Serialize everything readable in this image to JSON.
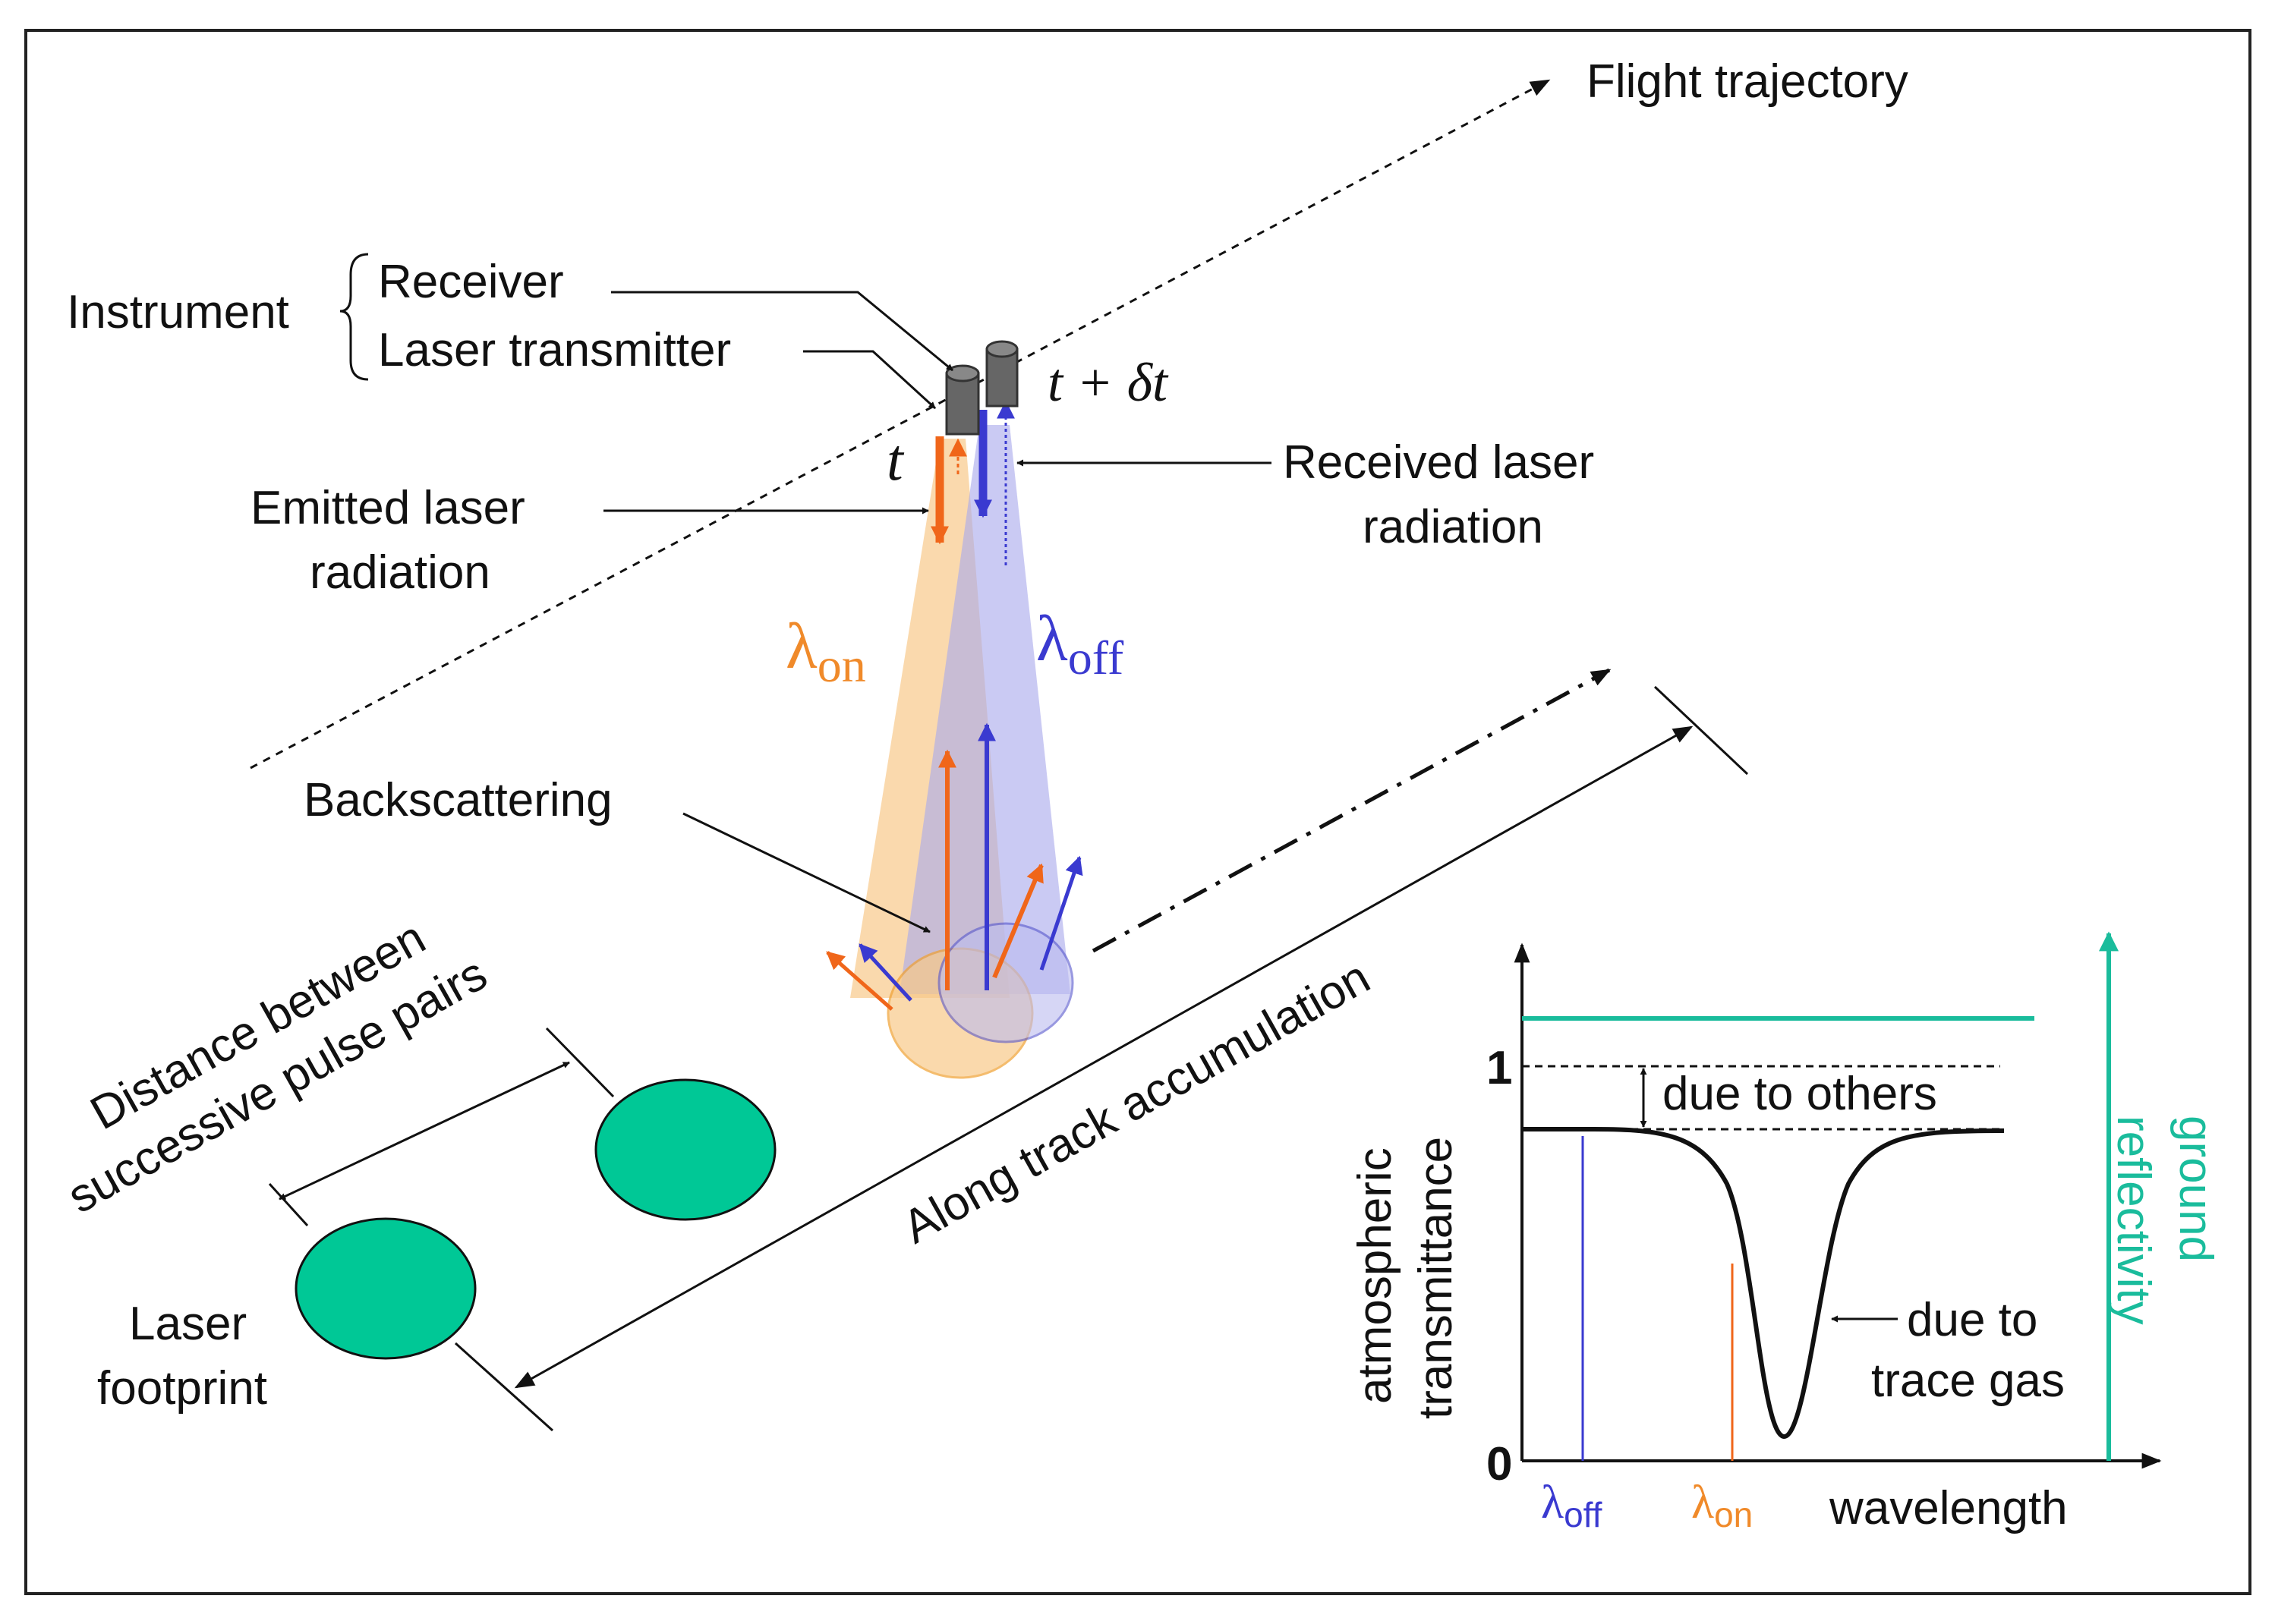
{
  "labels": {
    "flight_trajectory": "Flight trajectory",
    "instrument": "Instrument",
    "receiver": "Receiver",
    "laser_transmitter": "Laser transmitter",
    "t_delta_t": "t + δt",
    "t": "t",
    "emitted_1": "Emitted laser",
    "emitted_2": "radiation",
    "received_1": "Received laser",
    "received_2": "radiation",
    "lambda": "λ",
    "on": "on",
    "off": "off",
    "backscattering": "Backscattering",
    "distance_1": "Distance between",
    "distance_2": "successive pulse pairs",
    "along_track": "Along track accumulation",
    "footprint_1": "Laser",
    "footprint_2": "footprint"
  },
  "inset": {
    "y_label_1": "atmospheric",
    "y_label_2": "transmittance",
    "tick_1": "1",
    "tick_0": "0",
    "due_to_others": "due to others",
    "due_to_1": "due to",
    "due_to_2": "trace gas",
    "ground_1": "ground",
    "ground_2": "reflectivity",
    "x_label": "wavelength",
    "lambda": "λ",
    "off": "off",
    "on": "on"
  },
  "colors": {
    "on": "#f0661a",
    "off": "#3a3ad0",
    "footprint": "#00c896",
    "ground": "#1abc9c",
    "on_beam": "#f8c98a",
    "off_beam": "#a9a9ec"
  }
}
